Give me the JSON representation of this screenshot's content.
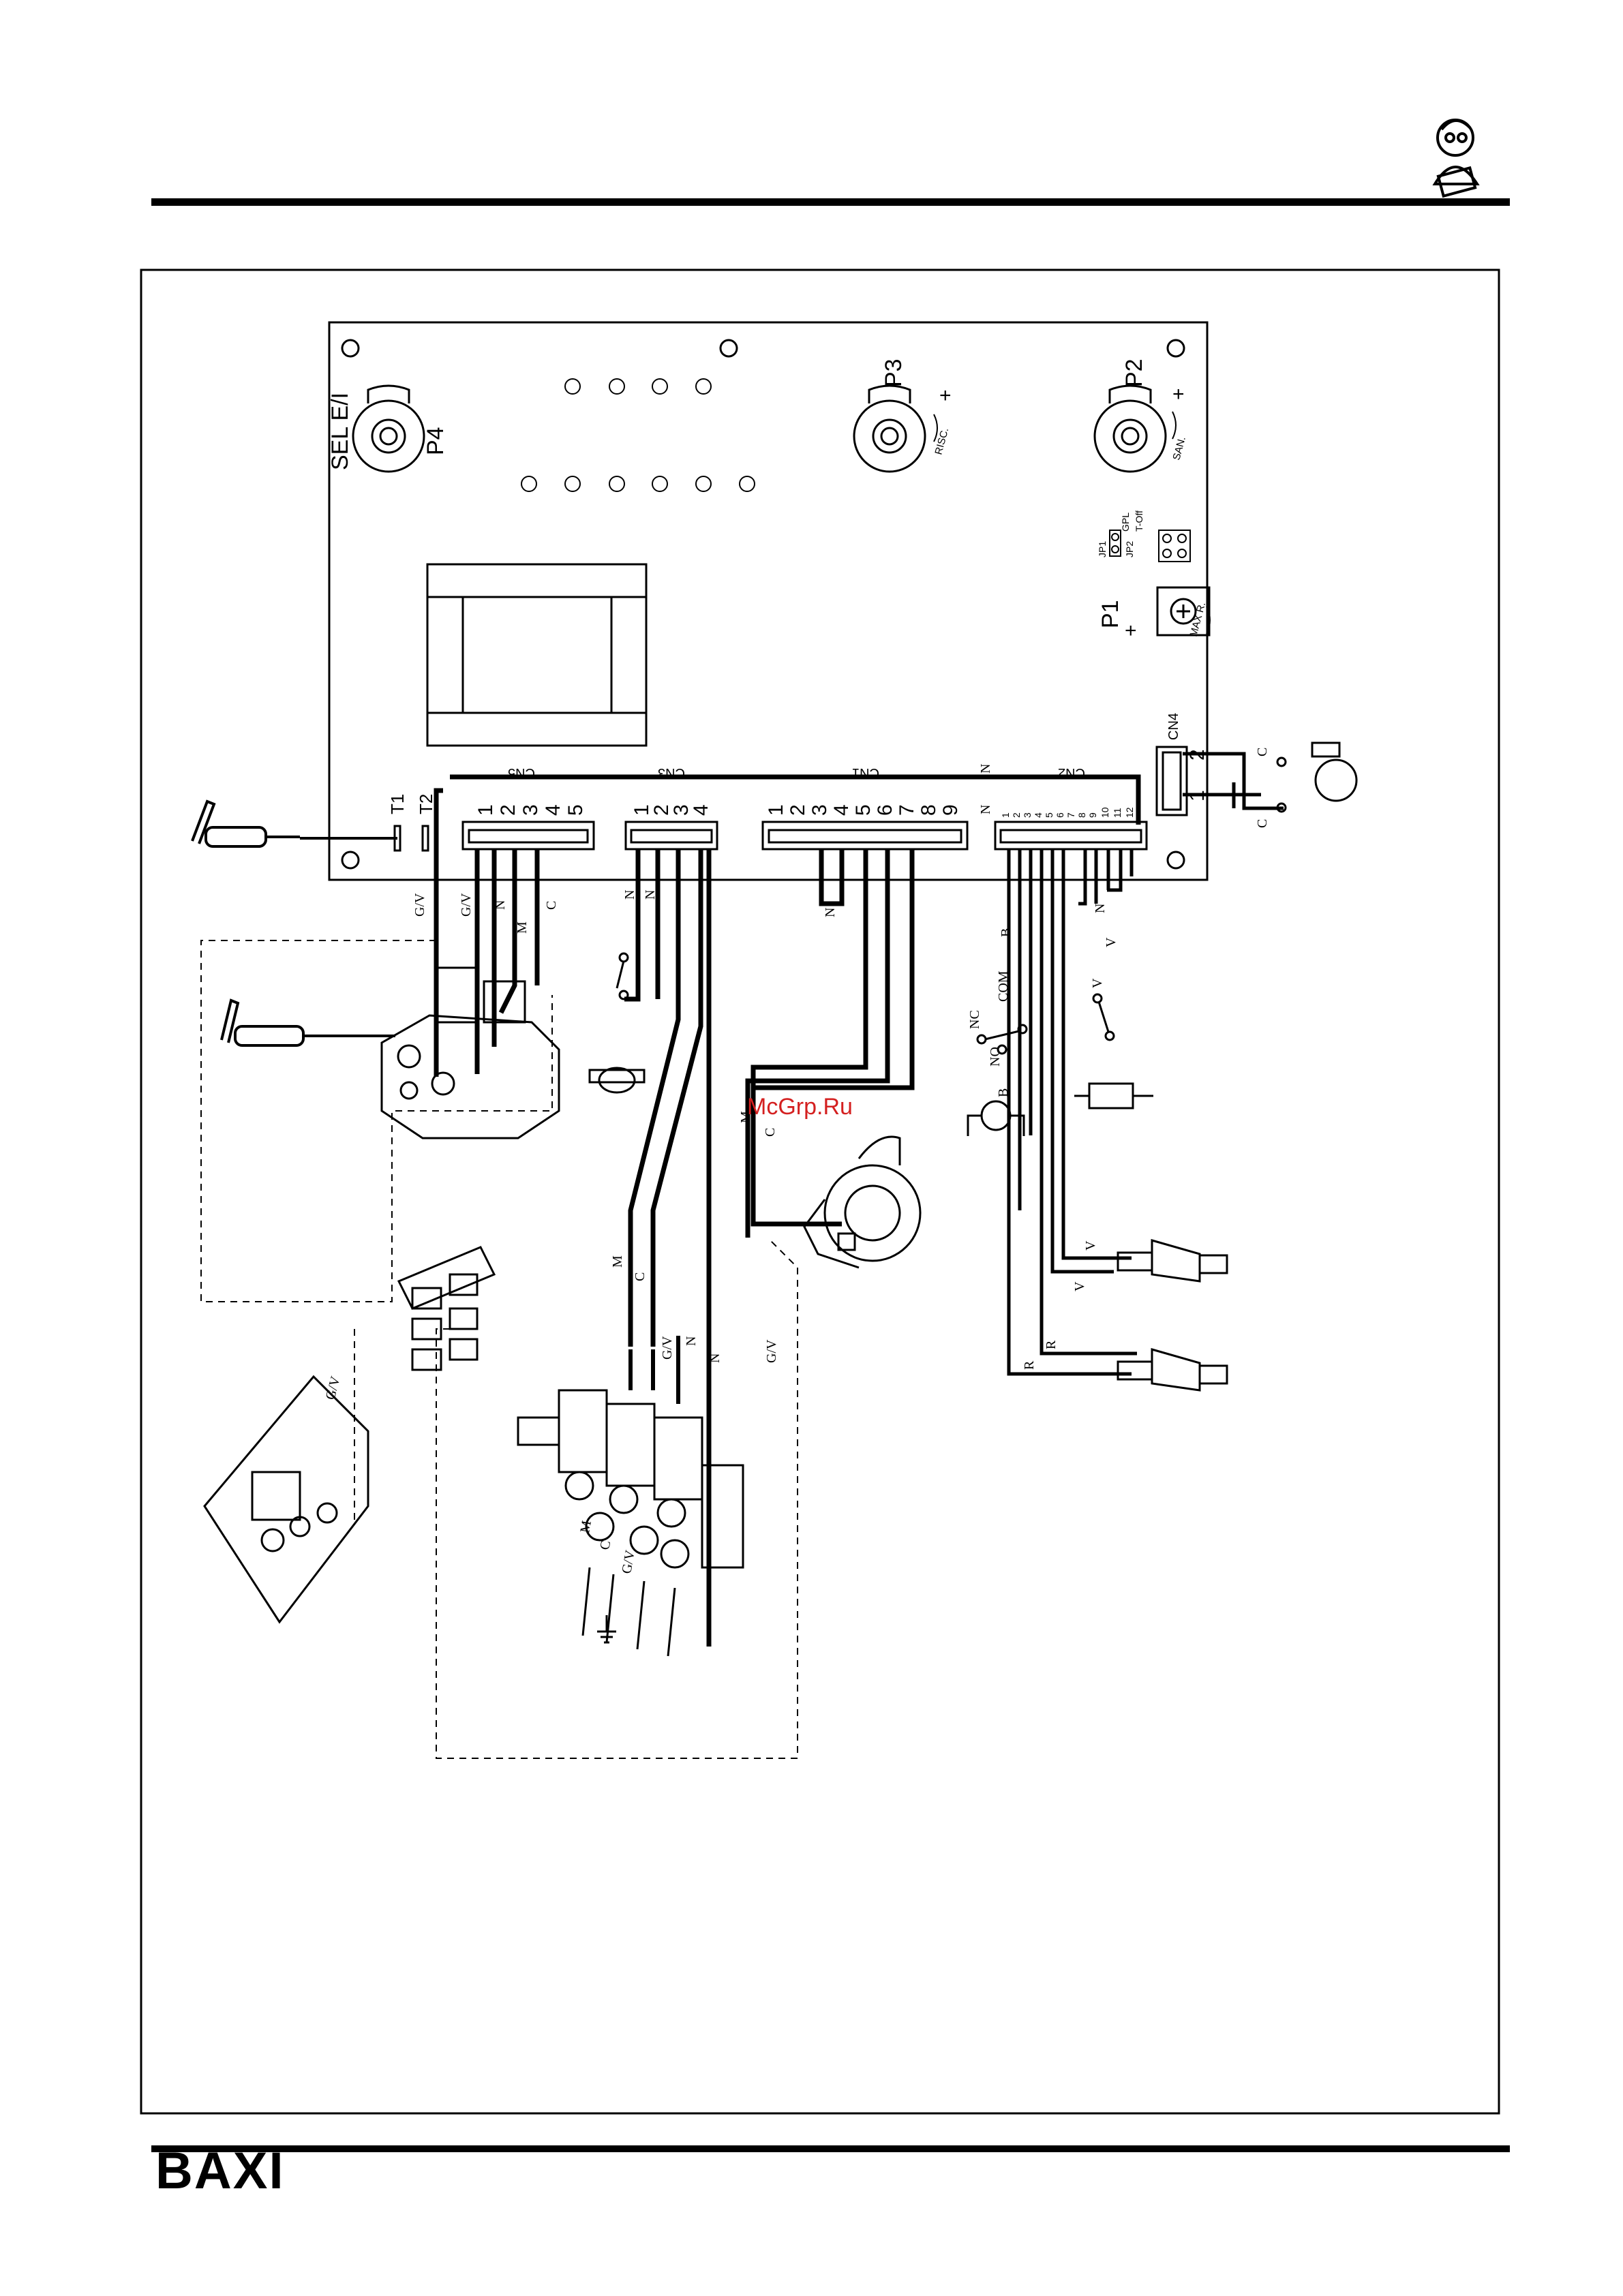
{
  "header": {
    "mascot_icon": "technician-reading-manual-icon"
  },
  "board": {
    "trimmers": {
      "p4": "P4",
      "p3": "P3",
      "p2": "P2",
      "p1": "P1",
      "sel": "SEL E/I"
    },
    "trimmer_scales": {
      "risc": "RISC.",
      "san": "SAN.",
      "maxr": "MAX R."
    },
    "plus": "+",
    "jumpers": {
      "jp1": "JP1",
      "jp2": "JP2",
      "gpl": "GPL",
      "toff": "T-Off"
    },
    "connectors": {
      "cn5": "CN5",
      "cn3": "CN3",
      "cn1": "CN1",
      "cn2": "CN2",
      "cn4": "CN4",
      "cn5_pins": [
        "1",
        "2",
        "3",
        "4",
        "5"
      ],
      "cn3_pins": [
        "1",
        "2",
        "3",
        "4"
      ],
      "cn1_pins": [
        "1",
        "2",
        "3",
        "4",
        "5",
        "6",
        "7",
        "8",
        "9"
      ],
      "cn2_pins": [
        "1",
        "2",
        "3",
        "4",
        "5",
        "6",
        "7",
        "8",
        "9",
        "10",
        "11",
        "12"
      ],
      "cn4_pins": [
        "1",
        "2"
      ]
    },
    "terminals": {
      "t1": "T1",
      "t2": "T2"
    }
  },
  "wire_labels": {
    "gv": "G/V",
    "n": "N",
    "m": "M",
    "c": "C",
    "b": "B",
    "v": "V",
    "r": "R",
    "com": "COM",
    "nc": "NC",
    "no": "NO"
  },
  "watermark": "McGrp.Ru",
  "footer": {
    "brand": "BAXI"
  },
  "colors": {
    "ink": "#000000",
    "paper": "#ffffff",
    "watermark": "#d42020"
  }
}
